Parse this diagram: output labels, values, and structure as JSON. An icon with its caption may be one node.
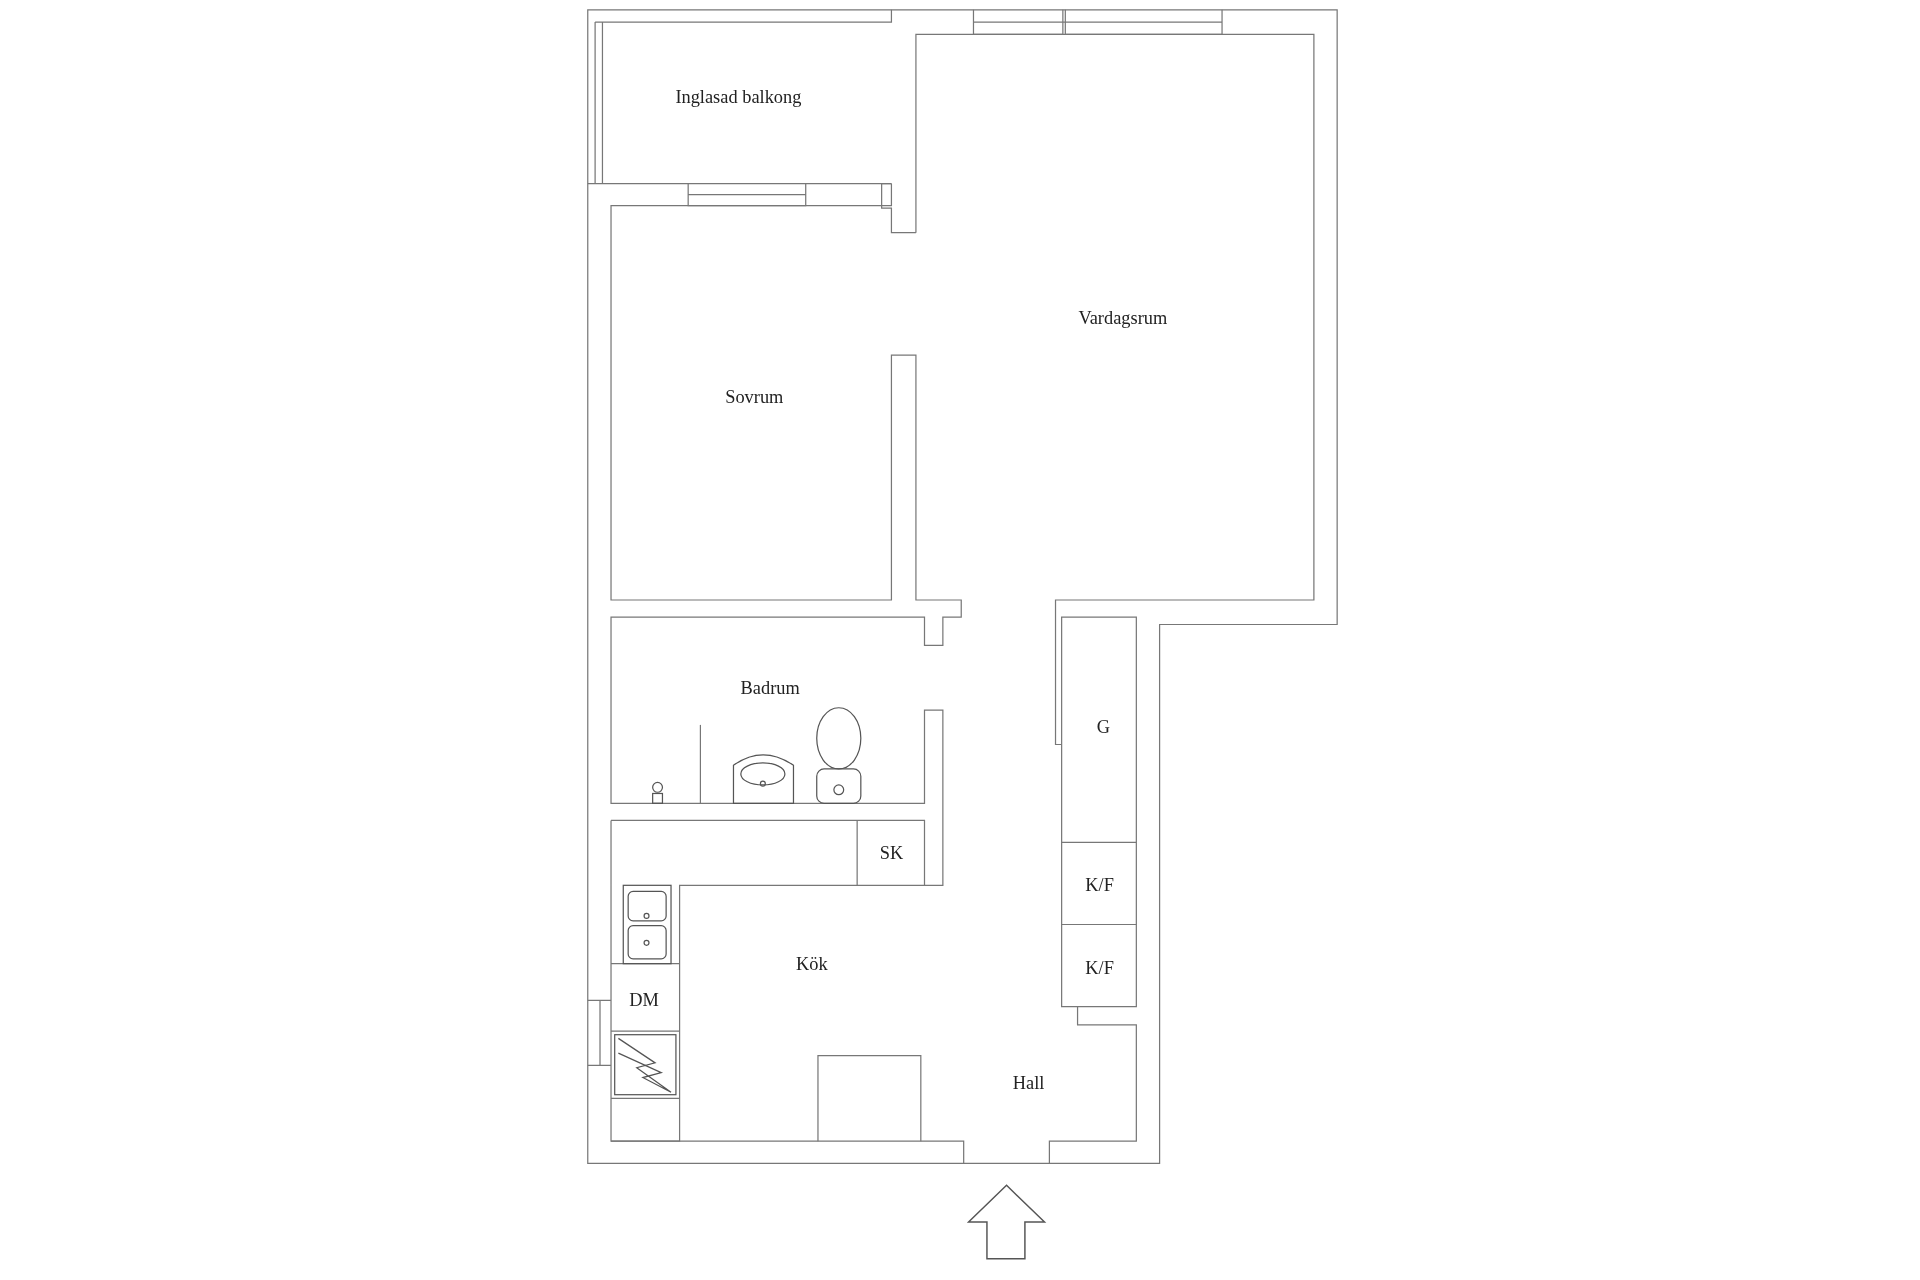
{
  "diagram": {
    "labels": [
      "Inglasad balkong",
      "Vardagsrum",
      "Sovrum",
      "Badrum",
      "G",
      "SK",
      "K/F",
      "K/F",
      "Kök",
      "DM",
      "Hall"
    ]
  }
}
